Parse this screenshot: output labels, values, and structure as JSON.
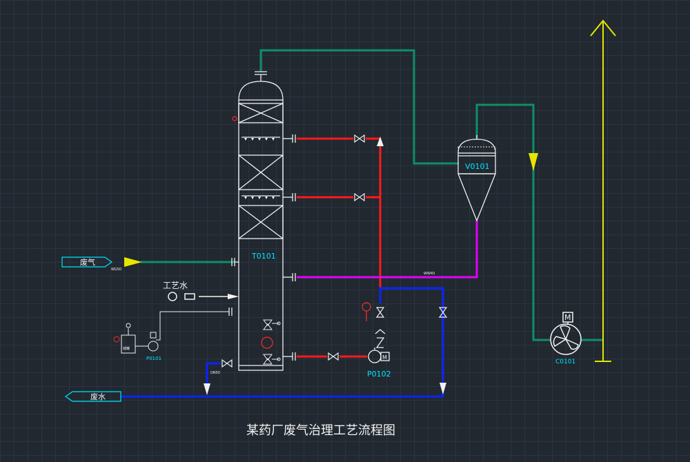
{
  "diagram": {
    "title": "某药厂废气治理工艺流程图",
    "equipment": {
      "tower": "T0101",
      "separator": "V0101",
      "pump_main": "P0102",
      "pump_small": "P0101",
      "fan": "C0101",
      "fan_motor": "M",
      "pump_motor": "M"
    },
    "streams": {
      "waste_gas_in": "废气",
      "process_water": "工艺水",
      "waste_water_out": "废水",
      "tank_label": "储罐"
    },
    "line_tags": {
      "gas_in": "WG50",
      "drain": "DN50",
      "mid": "WW40"
    },
    "colors": {
      "gas_line": "#0e8f67",
      "circulation": "#ff1a1a",
      "liquid_return": "#e100ff",
      "waste_water": "#0a24ff",
      "vent": "#e6e600",
      "equipment": "#f2f2f2",
      "tag_text": "#00e5ff"
    }
  }
}
